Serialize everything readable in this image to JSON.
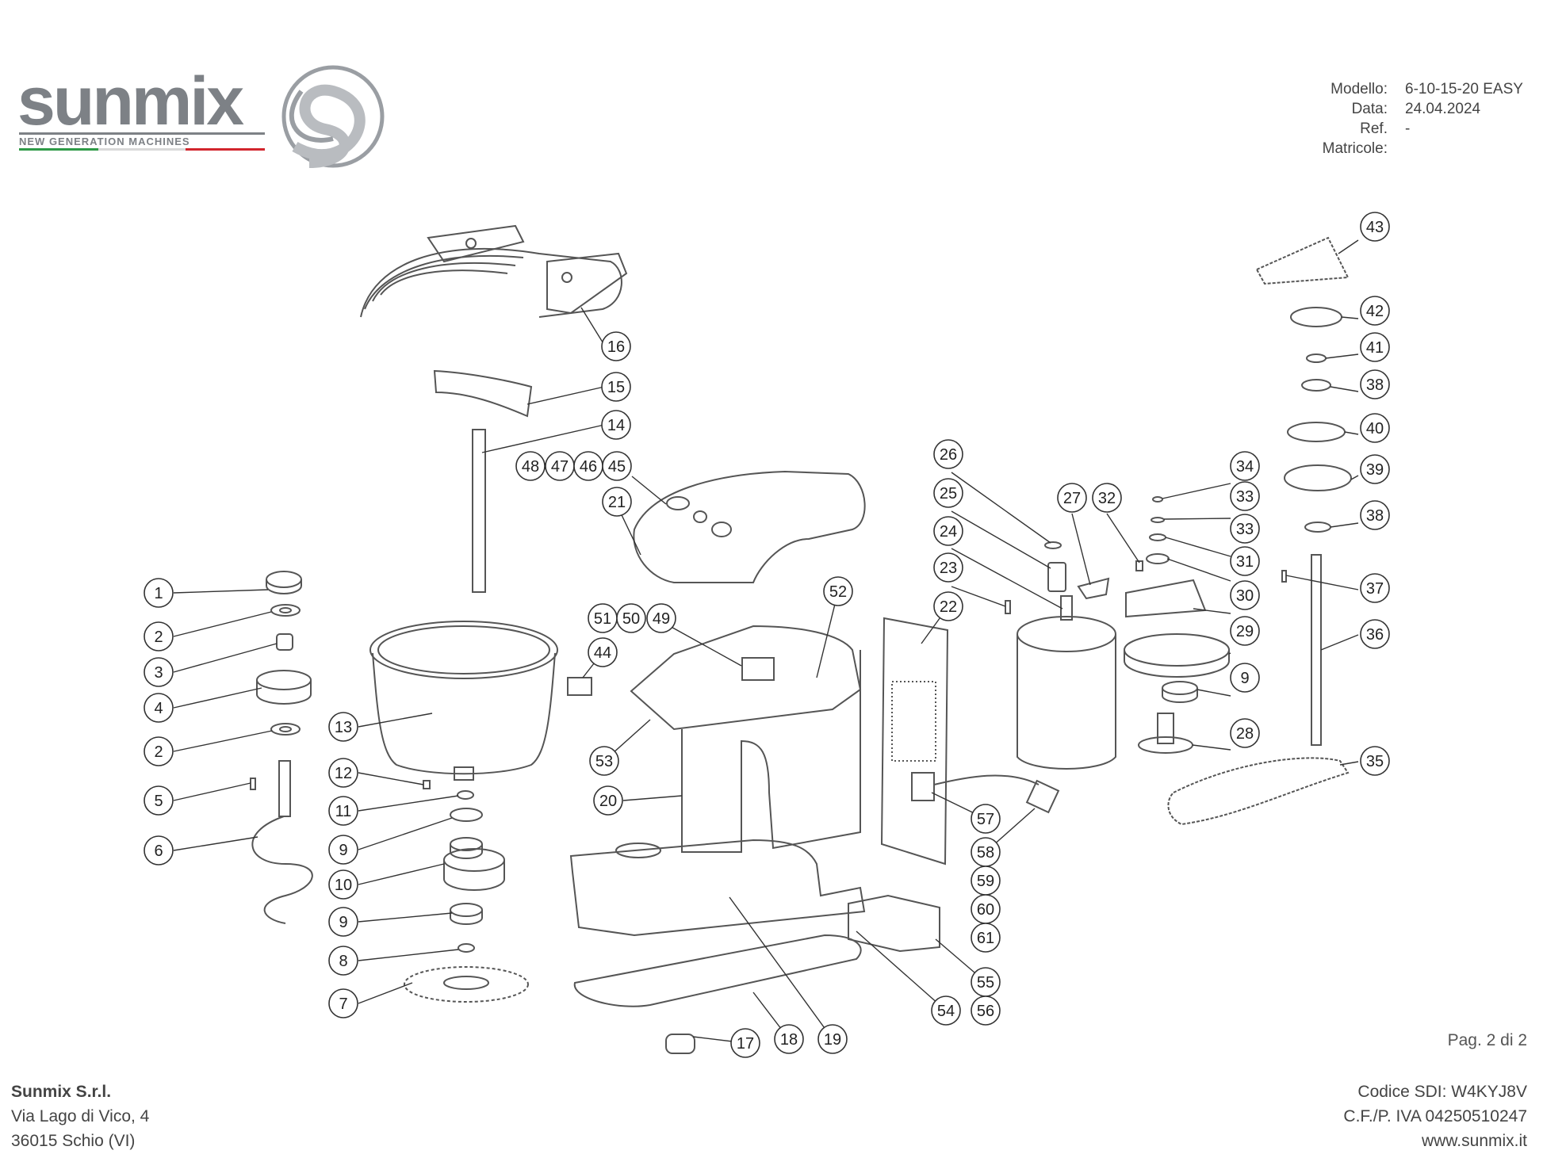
{
  "logo": {
    "brand": "sunmix",
    "tagline": "NEW GENERATION MACHINES",
    "colors": {
      "text": "#7d8186",
      "green": "#2e9a47",
      "red": "#d2252d"
    }
  },
  "header": {
    "rows": [
      {
        "label": "Modello:",
        "value": "6-10-15-20 EASY"
      },
      {
        "label": "Data:",
        "value": "24.04.2024"
      },
      {
        "label": "Ref.",
        "value": "-"
      },
      {
        "label": "Matricole:",
        "value": ""
      }
    ]
  },
  "page_number": "Pag. 2 di 2",
  "footer_left": {
    "company": "Sunmix S.r.l.",
    "address1": "Via Lago di Vico, 4",
    "address2": "36015 Schio (VI)"
  },
  "footer_right": {
    "sdi": "Codice SDI: W4KYJ8V",
    "vat": "C.F./P. IVA 04250510247",
    "web": "www.sunmix.it"
  },
  "diagram": {
    "part_labels": [
      "1",
      "2",
      "3",
      "4",
      "2",
      "5",
      "6",
      "12",
      "11",
      "9",
      "10",
      "9",
      "8",
      "7",
      "13",
      "16",
      "15",
      "14",
      "48",
      "47",
      "46",
      "45",
      "21",
      "51",
      "50",
      "49",
      "44",
      "53",
      "20",
      "52",
      "19",
      "18",
      "17",
      "54",
      "55",
      "56",
      "57",
      "58",
      "59",
      "60",
      "61",
      "22",
      "26",
      "25",
      "24",
      "23",
      "27",
      "32",
      "34",
      "33",
      "33",
      "31",
      "30",
      "29",
      "9",
      "28",
      "43",
      "42",
      "41",
      "38",
      "40",
      "39",
      "38",
      "37",
      "36",
      "35"
    ]
  }
}
